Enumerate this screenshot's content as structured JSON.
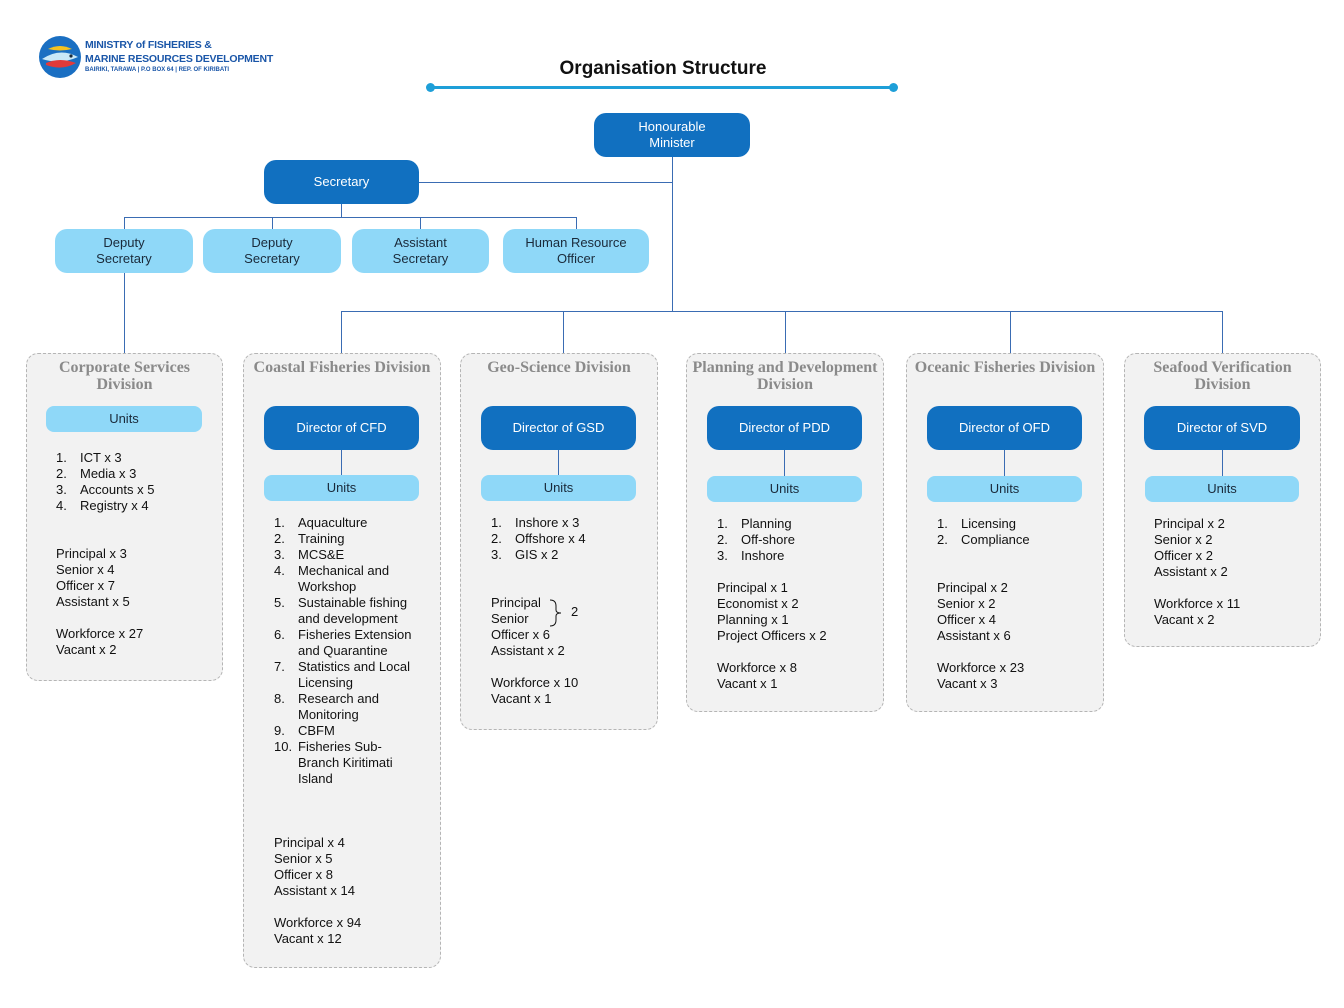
{
  "logo": {
    "line1": "MINISTRY of FISHERIES &",
    "line2": "MARINE RESOURCES DEVELOPMENT",
    "line3": "BAIRIKI, TARAWA | P.O BOX 64 | REP. OF KIRIBATI",
    "emblem_icon": "fish-emblem-icon"
  },
  "title": "Organisation Structure",
  "minister": "Honourable Minister",
  "secretary": "Secretary",
  "staff": [
    "Deputy Secretary",
    "Deputy Secretary",
    "Assistant Secretary",
    "Human Resource Officer"
  ],
  "colors": {
    "dark_box": "#1170c0",
    "light_box": "#8fd8f8",
    "line": "#3a6cb3",
    "accent": "#1e9fd8",
    "panel": "#f2f2f2",
    "division_title": "#8a8a8a"
  },
  "divisions": {
    "csd": {
      "title": "Corporate Services Division",
      "units_label": "Units",
      "units": [
        "ICT x 3",
        "Media x 3",
        "Accounts x 5",
        "Registry x 4"
      ],
      "staffing": [
        "Principal x 3",
        "Senior x 4",
        "Officer x 7",
        "Assistant x 5"
      ],
      "totals": [
        "Workforce x 27",
        "Vacant x 2"
      ]
    },
    "cfd": {
      "title": "Coastal Fisheries Division",
      "director": "Director of CFD",
      "units_label": "Units",
      "units": [
        "Aquaculture",
        "Training",
        "MCS&E",
        "Mechanical and Workshop",
        "Sustainable fishing and development",
        "Fisheries Extension and Quarantine",
        "Statistics and Local Licensing",
        "Research and Monitoring",
        "CBFM",
        "Fisheries Sub-Branch Kiritimati Island"
      ],
      "staffing": [
        "Principal x 4",
        "Senior x 5",
        "Officer x 8",
        "Assistant x 14"
      ],
      "totals": [
        "Workforce x 94",
        "Vacant x 12"
      ]
    },
    "gsd": {
      "title": "Geo-Science Division",
      "director": "Director of GSD",
      "units_label": "Units",
      "units": [
        "Inshore x 3",
        "Offshore x 4",
        "GIS x 2"
      ],
      "brace_items": [
        "Principal",
        "Senior"
      ],
      "brace_value": "2",
      "staffing": [
        "Officer x 6",
        "Assistant x 2"
      ],
      "totals": [
        "Workforce x 10",
        "Vacant x 1"
      ]
    },
    "pdd": {
      "title": "Planning and Development Division",
      "director": "Director of PDD",
      "units_label": "Units",
      "units": [
        "Planning",
        "Off-shore",
        "Inshore"
      ],
      "staffing": [
        "Principal x 1",
        "Economist x 2",
        "Planning x 1",
        "Project Officers x 2"
      ],
      "totals": [
        "Workforce x 8",
        "Vacant x 1"
      ]
    },
    "ofd": {
      "title": "Oceanic Fisheries Division",
      "director": "Director of OFD",
      "units_label": "Units",
      "units": [
        "Licensing",
        "Compliance"
      ],
      "staffing": [
        "Principal x 2",
        "Senior x 2",
        "Officer x 4",
        "Assistant x 6"
      ],
      "totals": [
        "Workforce x 23",
        "Vacant x 3"
      ]
    },
    "svd": {
      "title": "Seafood Verification Division",
      "director": "Director of SVD",
      "units_label": "Units",
      "staffing": [
        "Principal x 2",
        "Senior x 2",
        "Officer x 2",
        "Assistant x 2"
      ],
      "totals": [
        "Workforce x 11",
        "Vacant x 2"
      ]
    }
  }
}
